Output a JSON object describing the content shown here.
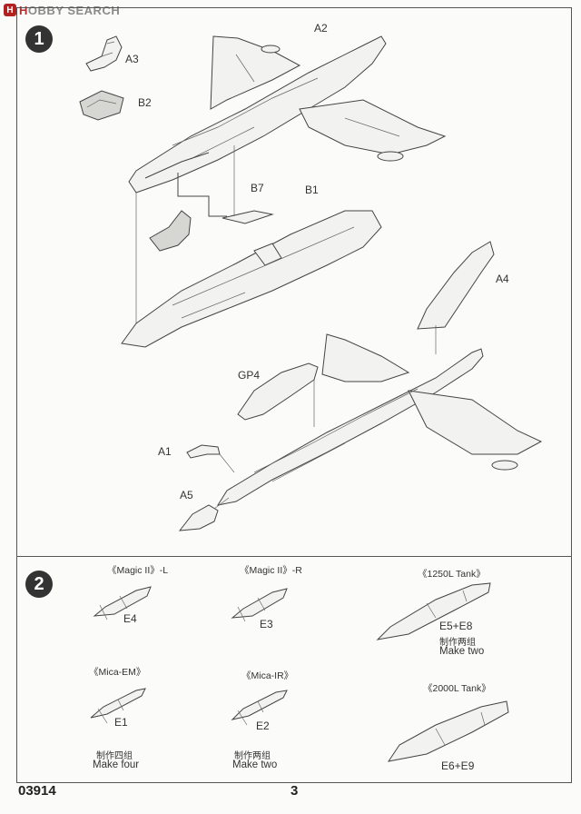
{
  "watermark": {
    "logo_letter": "H",
    "brand_prefix": "H",
    "brand_rest": "OBBY SEARCH"
  },
  "step1": {
    "number": "1",
    "parts": {
      "a3": "A3",
      "b2": "B2",
      "a2": "A2",
      "b7": "B7",
      "b1": "B1",
      "a4": "A4",
      "gp4": "GP4",
      "a1": "A1",
      "a5": "A5"
    }
  },
  "step2": {
    "number": "2",
    "magic_l": {
      "title": "《Magic II》-L",
      "part": "E4"
    },
    "magic_r": {
      "title": "《Magic II》-R",
      "part": "E3"
    },
    "tank_1250": {
      "title": "《1250L Tank》",
      "part": "E5+E8",
      "cn": "制作两组",
      "note": "Make two"
    },
    "mica_em": {
      "title": "《Mica-EM》",
      "part": "E1",
      "cn": "制作四组",
      "note": "Make four"
    },
    "mica_ir": {
      "title": "《Mica-IR》",
      "part": "E2",
      "cn": "制作两组",
      "note": "Make two"
    },
    "tank_2000": {
      "title": "《2000L Tank》",
      "part": "E6+E9"
    }
  },
  "footer": {
    "code": "03914",
    "page": "3"
  }
}
